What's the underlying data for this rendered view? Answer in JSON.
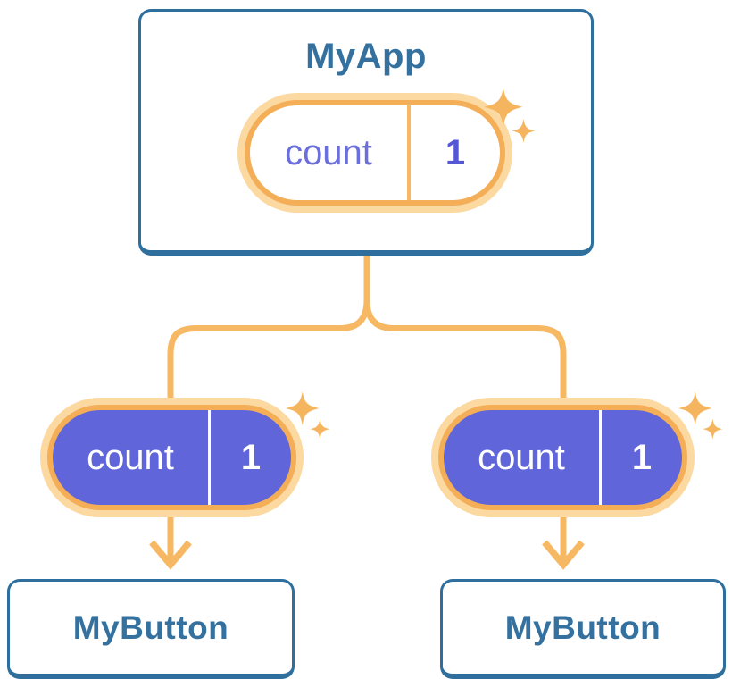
{
  "diagram": {
    "type": "component-tree",
    "root": {
      "title": "MyApp",
      "state": {
        "name": "count",
        "value": "1"
      }
    },
    "children": [
      {
        "title": "MyButton",
        "state": {
          "name": "count",
          "value": "1"
        }
      },
      {
        "title": "MyButton",
        "state": {
          "name": "count",
          "value": "1"
        }
      }
    ]
  },
  "icons": {
    "sparkle": "four-point-star"
  },
  "colors": {
    "card_border": "#2e6f9e",
    "card_text": "#35719f",
    "connector": "#f6b863",
    "pill_border": "#f4ae58",
    "pill_glow": "#fbd9a0",
    "pill_fill": "#6065d9",
    "state_name_text": "#6b6fdd",
    "state_value_text": "#5558d6",
    "sparkle": "#f5b55e"
  }
}
